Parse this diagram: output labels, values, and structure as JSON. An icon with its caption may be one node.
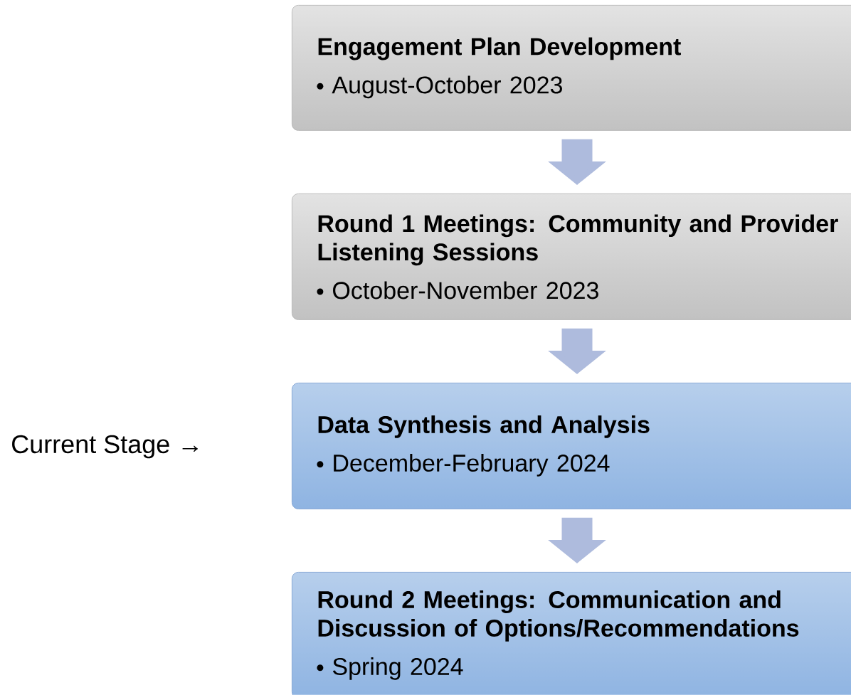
{
  "diagram": {
    "nodes": [
      {
        "text": [
          "Engagement Plan Development",
          "August-October 2023"
        ]
      },
      {
        "text": [
          "Round 1 Meetings: Community and Provider Listening Sessions",
          "October-November 2023"
        ]
      },
      {
        "text": [
          "Data Synthesis and Analysis",
          "December-February 2024"
        ]
      },
      {
        "text": [
          "Round 2 Meetings: Communication and Discussion of Options/Recommendations",
          "Spring 2024"
        ]
      }
    ],
    "edges": [
      {
        "from": 0,
        "to": 1,
        "arrow": "to"
      },
      {
        "from": 1,
        "to": 2,
        "arrow": "to"
      },
      {
        "from": 2,
        "to": 3,
        "arrow": "to"
      }
    ],
    "labels": [
      "Current Stage →"
    ]
  }
}
